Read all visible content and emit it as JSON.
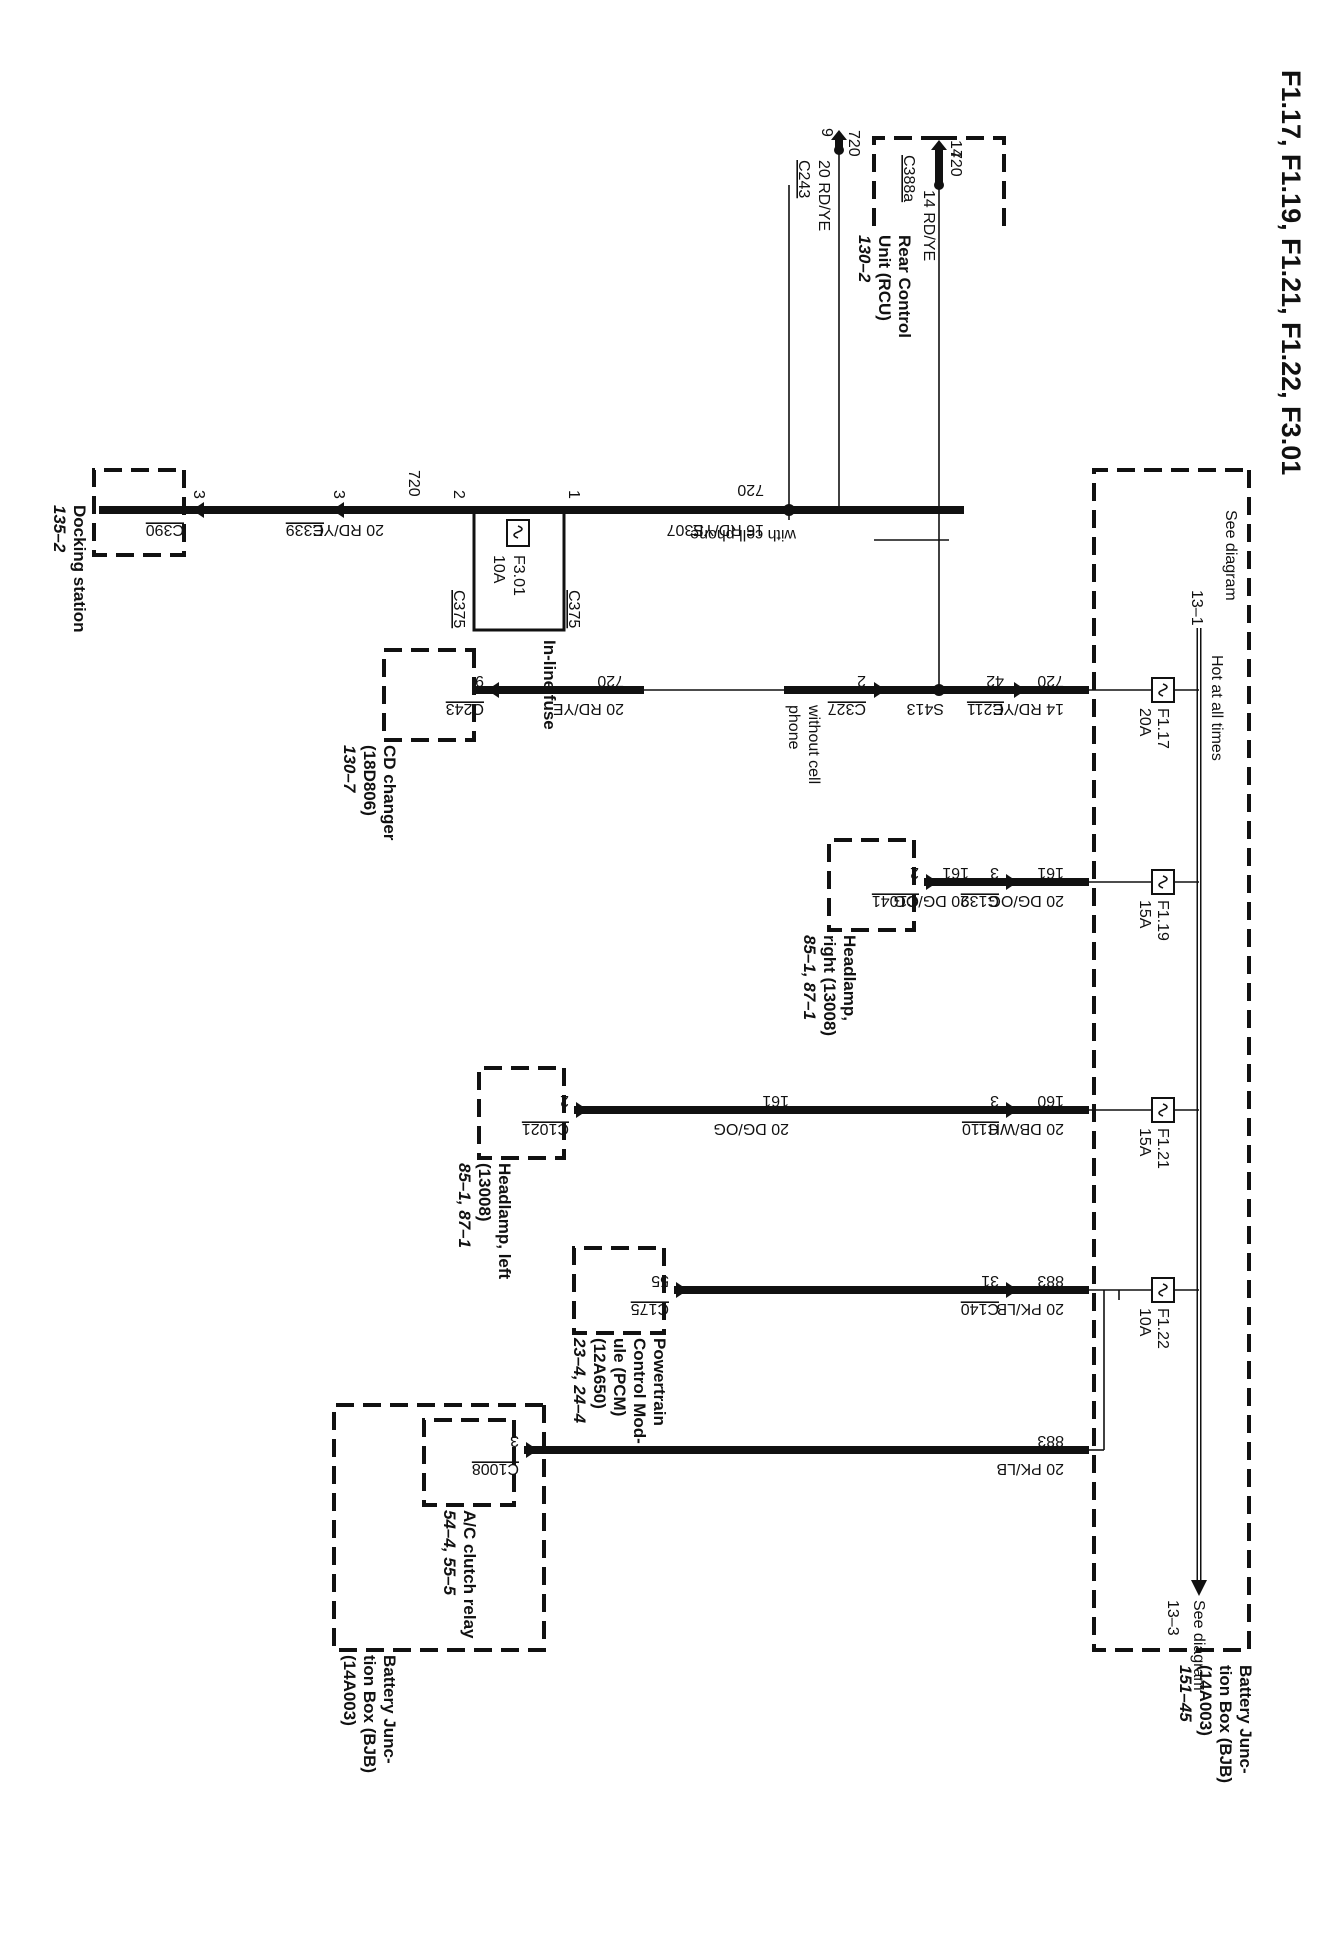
{
  "title": "F1.17, F1.19, F1.21, F1.22, F3.01",
  "bjb_box": {
    "name_lines": [
      "Battery Junc-",
      "tion Box (BJB)",
      "(14A003)"
    ],
    "ref": "151–45",
    "hot_label": "Hot at all times",
    "see_left": "See diagram",
    "see_left_ref": "13–1",
    "see_right": "See diagram",
    "see_right_ref": "13–3"
  },
  "fuses": [
    {
      "name": "F1.17",
      "amp": "20A"
    },
    {
      "name": "F1.19",
      "amp": "15A"
    },
    {
      "name": "F1.21",
      "amp": "15A"
    },
    {
      "name": "F1.22",
      "amp": "10A"
    }
  ],
  "circuit_f117": {
    "circuit": "720",
    "wire": "14 RD/YE",
    "pin_c211": "42",
    "c211": "C211",
    "s413": "S413",
    "pin_c327": "2",
    "c327": "C327",
    "without_cell": [
      "without cell",
      "phone"
    ],
    "with_cell": "with cell phone"
  },
  "rcu": {
    "circuit": "720",
    "wire": "14 RD/YE",
    "pin": "14",
    "connector": "C388a",
    "name_lines": [
      "Rear Control",
      "Unit (RCU)"
    ],
    "ref": "130–2"
  },
  "cd_top": {
    "circuit": "720",
    "wire": "20 RD/YE",
    "pin": "9",
    "connector": "C243",
    "name_lines": [
      "CD changer",
      "(18D806)"
    ],
    "ref": "130–7"
  },
  "cd_bottom": {
    "circuit": "720",
    "wire": "20 RD/YE",
    "pin": "9",
    "connector": "C243",
    "name_lines": [
      "CD changer",
      "(18D806)"
    ],
    "ref": "130–7"
  },
  "inline": {
    "circuit": "720",
    "wire": "16 RD/YE",
    "splice": "S307",
    "pin_in": "1",
    "conn_in": "C375",
    "fuse_name": "F3.01",
    "fuse_amp": "10A",
    "label": "In-line fuse",
    "pin_out": "2",
    "conn_out": "C375",
    "circuit2": "720",
    "wire2": "20 RD/YE",
    "pin_c339": "3",
    "c339": "C339",
    "pin_c390": "3",
    "c390": "C390",
    "docking": "Docking station",
    "docking_ref": "135–2"
  },
  "headlamp_right": {
    "circuit_a": "161",
    "wire_a": "20 DG/OG",
    "pin_c139": "3",
    "c139": "C139",
    "circuit_b": "161",
    "wire_b": "20 DG/OG",
    "pin": "2",
    "connector": "C1041",
    "name_lines": [
      "Headlamp,",
      "right (13008)"
    ],
    "ref": "85–1, 87–1"
  },
  "headlamp_left": {
    "circuit_a": "160",
    "wire_a": "20 DB/WH",
    "pin_c110": "3",
    "c110": "C110",
    "circuit_b": "161",
    "wire_b": "20 DG/OG",
    "pin": "2",
    "connector": "C1021",
    "name_lines": [
      "Headlamp, left",
      "(13008)"
    ],
    "ref": "85–1, 87–1"
  },
  "pcm": {
    "circuit_a": "883",
    "wire_a": "20 PK/LB",
    "pin_c140": "31",
    "c140": "C140",
    "pin": "55",
    "connector": "C175",
    "name_lines": [
      "Powertrain",
      "Control Mod-",
      "ule (PCM)",
      "(12A650)"
    ],
    "ref": "23–4, 24–4"
  },
  "ac_relay": {
    "circuit": "883",
    "wire": "20 PK/LB",
    "pin": "3",
    "connector": "C1008",
    "name": "A/C clutch relay",
    "ref": "54–4, 55–5",
    "bjb_lines": [
      "Battery Junc-",
      "tion Box (BJB)",
      "(14A003)"
    ]
  }
}
